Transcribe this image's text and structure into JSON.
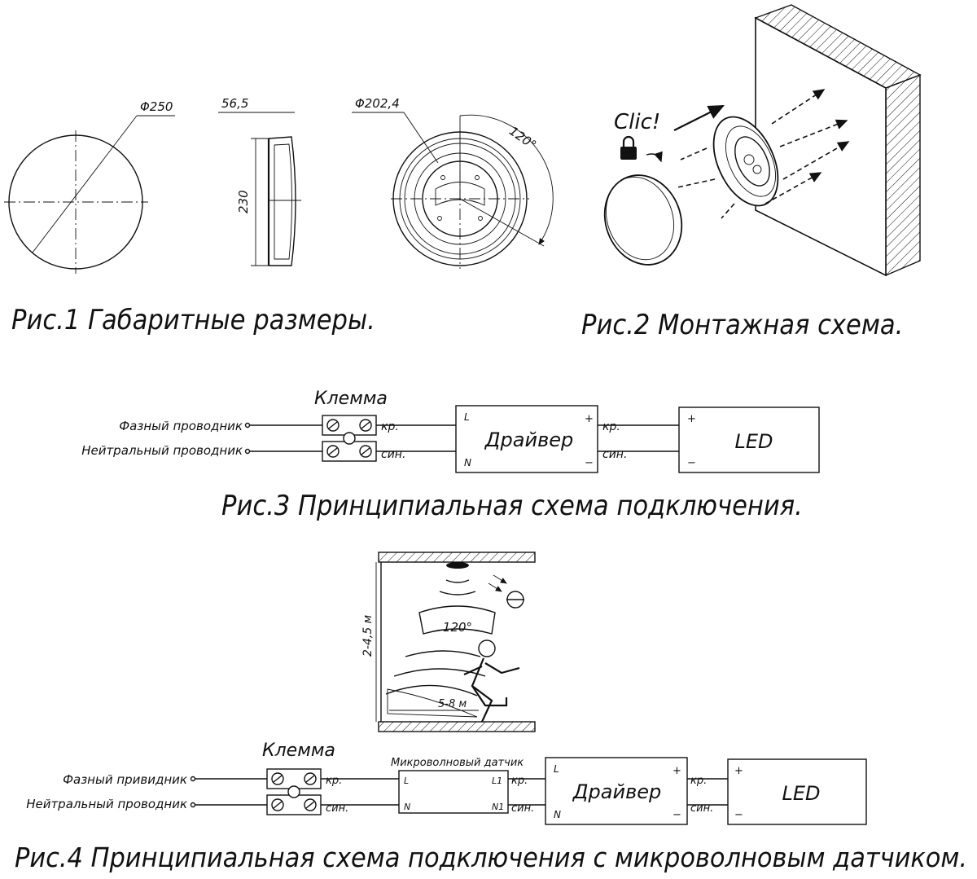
{
  "fig1": {
    "caption": "Рис.1 Габаритные размеры.",
    "dim_diameter": "Φ250",
    "dim_height": "56,5",
    "dim_side": "230",
    "dim_mount_diameter": "Φ202,4",
    "dim_angle": "120°"
  },
  "fig2": {
    "caption": "Рис.2 Монтажная схема.",
    "clic": "Clic!"
  },
  "fig3": {
    "caption": "Рис.3 Принципиальная схема подключения.",
    "klemma": "Клемма",
    "phase": "Фазный проводник",
    "neutral": "Нейтральный проводник",
    "kr": "кр.",
    "sin": "син.",
    "driver": "Драйвер",
    "led": "LED",
    "L": "L",
    "N": "N",
    "plus": "+",
    "minus": "−"
  },
  "fig4": {
    "caption": "Рис.4 Принципиальная схема подключения с микроволновым датчиком.",
    "height_range": "2-4,5 м",
    "angle": "120°",
    "distance": "5-8 м",
    "klemma": "Клемма",
    "phase": "Фазный привидник",
    "neutral": "Нейтральный проводник",
    "sensor": "Микроволновый датчик",
    "kr": "кр.",
    "sin": "син.",
    "L": "L",
    "N": "N",
    "L1": "L1",
    "N1": "N1",
    "driver": "Драйвер",
    "led": "LED",
    "plus": "+",
    "minus": "−"
  }
}
